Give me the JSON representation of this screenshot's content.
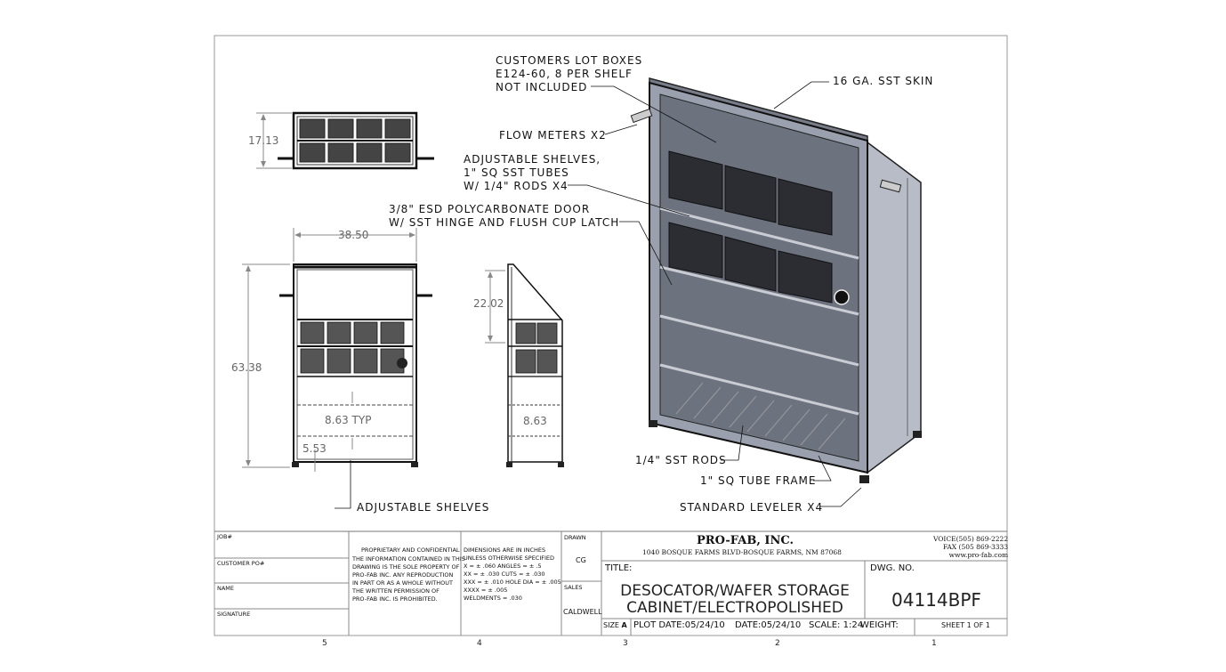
{
  "callouts": {
    "lot_boxes": [
      "CUSTOMERS LOT BOXES",
      "E124-60, 8 PER SHELF",
      "NOT INCLUDED"
    ],
    "skin": "16 GA. SST SKIN",
    "flow_meters": "FLOW METERS X2",
    "shelves": [
      "ADJUSTABLE SHELVES,",
      "1\" SQ SST TUBES",
      "W/ 1/4\" RODS X4"
    ],
    "door": [
      "3/8\" ESD POLYCARBONATE DOOR",
      "W/ SST HINGE AND FLUSH CUP LATCH"
    ],
    "rods": "1/4\" SST RODS",
    "tube_frame": "1\" SQ TUBE FRAME",
    "leveler": "STANDARD LEVELER X4",
    "adj_shelves": "ADJUSTABLE SHELVES"
  },
  "dimensions": {
    "depth": "17.13",
    "width": "38.50",
    "height": "63.38",
    "slope": "22.02",
    "shelf_typ": "8.63 TYP",
    "shelf_side": "8.63",
    "bottom": "5.53"
  },
  "title_block": {
    "job_label": "JOB#",
    "customer_po_label": "CUSTOMER PO#",
    "name_label": "NAME",
    "signature_label": "SIGNATURE",
    "proprietary_title": "PROPRIETARY AND CONFIDENTIAL",
    "proprietary_text": [
      "THE INFORMATION CONTAINED IN THIS",
      "DRAWING IS THE SOLE PROPERTY OF",
      "PRO-FAB INC. ANY REPRODUCTION",
      "IN PART OR AS A WHOLE WITHOUT",
      "THE WRITTEN PERMISSION OF",
      "PRO-FAB INC. IS PROHIBITED."
    ],
    "tolerances": [
      "DIMENSIONS ARE IN INCHES",
      "UNLESS OTHERWISE SPECIFIED",
      "X = ± .060     ANGLES = ± .5",
      "XX = ± .030     CUTS = ± .030",
      "XXX = ± .010   HOLE DIA = ± .005",
      "XXXX = ± .005",
      "WELDMENTS = .030"
    ],
    "drawn_label": "DRAWN",
    "drawn_value": "CG",
    "sales_label": "SALES",
    "sales_value": "CALDWELL",
    "company": "PRO-FAB, INC.",
    "address": "1040 BOSQUE FARMS BLVD-BOSQUE FARMS, NM 87068",
    "voice": "VOICE(505) 869-2222",
    "fax": "FAX (505 869-3333",
    "web": "www.pro-fab.com",
    "title_label": "TITLE:",
    "title_line1": "DESOCATOR/WAFER STORAGE",
    "title_line2": "CABINET/ELECTROPOLISHED",
    "dwg_label": "DWG.  NO.",
    "dwg_no": "04114BPF",
    "size_label": "SIZE",
    "size_value": "A",
    "plot_date": "PLOT DATE:05/24/10",
    "date": "DATE:05/24/10",
    "scale": "SCALE: 1:24",
    "weight": "WEIGHT:",
    "sheet": "SHEET 1  OF 1"
  },
  "zones": [
    "5",
    "4",
    "3",
    "2",
    "1"
  ]
}
